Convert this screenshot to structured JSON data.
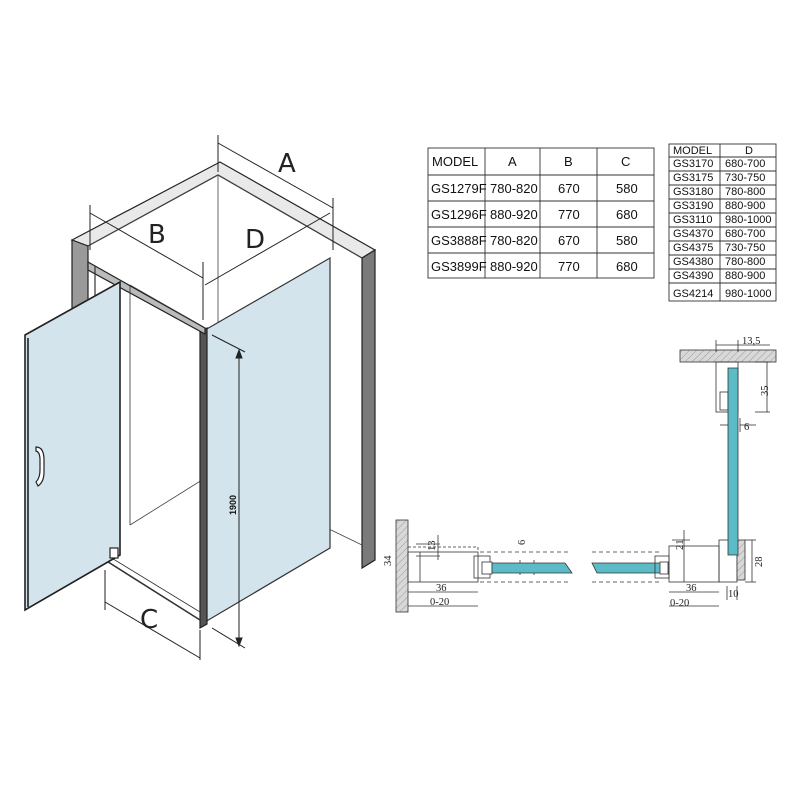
{
  "labels": {
    "A": "A",
    "B": "B",
    "C": "C",
    "D": "D",
    "height": "1900"
  },
  "table1": {
    "headers": [
      "MODEL",
      "A",
      "B",
      "C"
    ],
    "rows": [
      [
        "GS1279F",
        "780-820",
        "670",
        "580"
      ],
      [
        "GS1296F",
        "880-920",
        "770",
        "680"
      ],
      [
        "GS3888F",
        "780-820",
        "670",
        "580"
      ],
      [
        "GS3899F",
        "880-920",
        "770",
        "680"
      ]
    ]
  },
  "table2": {
    "headers": [
      "MODEL",
      "D"
    ],
    "rows": [
      [
        "GS3170",
        "680-700"
      ],
      [
        "GS3175",
        "730-750"
      ],
      [
        "GS3180",
        "780-800"
      ],
      [
        "GS3190",
        "880-900"
      ],
      [
        "GS3110",
        "980-1000"
      ],
      [
        "GS4370",
        "680-700"
      ],
      [
        "GS4375",
        "730-750"
      ],
      [
        "GS4380",
        "780-800"
      ],
      [
        "GS4390",
        "880-900"
      ],
      [
        "GS4214",
        "980-1000"
      ]
    ]
  },
  "profile_left": {
    "d34": "34",
    "d13": "13",
    "d6": "6",
    "d36": "36",
    "d020": "0-20"
  },
  "profile_right": {
    "d21": "21",
    "d28": "28",
    "d36": "36",
    "d020": "0-20",
    "d10": "10"
  },
  "profile_top": {
    "d135": "13,5",
    "d35": "35",
    "d6": "6"
  },
  "colors": {
    "glass": "#d3e4ec",
    "glass_edge": "#5bbcc7",
    "hatch": "#c9c9c9",
    "line": "#222222"
  }
}
